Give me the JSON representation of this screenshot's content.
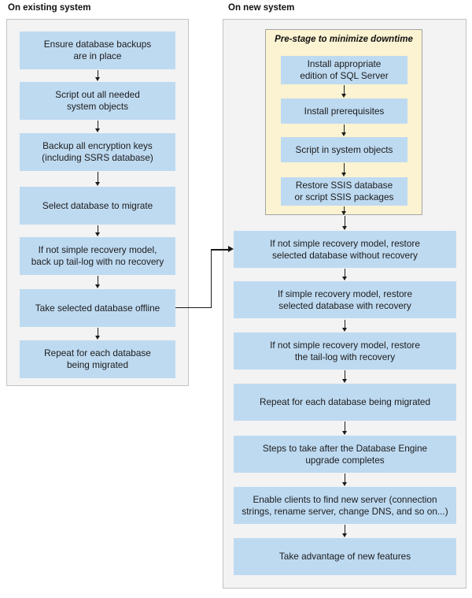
{
  "colors": {
    "node_fill": "#BEDAF1",
    "container_fill": "#F3F3F3",
    "container_border": "#C2C2C2",
    "prestage_fill": "#FBF3D2",
    "prestage_border": "#A3A3A3",
    "text": "#1A1A1A",
    "arrow": "#1A1A1A"
  },
  "left": {
    "title": "On existing system",
    "boxes": [
      {
        "text": "Ensure database backups\nare in place"
      },
      {
        "text": "Script out all needed\nsystem objects"
      },
      {
        "text": "Backup all encryption keys\n(including SSRS database)"
      },
      {
        "text": "Select database to migrate"
      },
      {
        "text": "If not simple recovery model,\nback up tail-log with no recovery"
      },
      {
        "text": "Take selected database offline"
      },
      {
        "text": "Repeat for each database\nbeing migrated"
      }
    ]
  },
  "right": {
    "title": "On new system",
    "prestage": {
      "title": "Pre-stage to minimize downtime",
      "boxes": [
        {
          "text": "Install appropriate\nedition of SQL Server"
        },
        {
          "text": "Install prerequisites"
        },
        {
          "text": "Script in system objects"
        },
        {
          "text": "Restore SSIS database\nor script SSIS packages"
        }
      ]
    },
    "boxes": [
      {
        "text": "If not simple recovery model, restore\nselected database without recovery"
      },
      {
        "text": "If simple recovery model, restore\nselected database with recovery"
      },
      {
        "text": "If not simple recovery model, restore\nthe tail-log with recovery"
      },
      {
        "text": "Repeat for each database being migrated"
      },
      {
        "text": "Steps to take after the Database Engine\nupgrade completes"
      },
      {
        "text": "Enable clients to find new server (connection\nstrings, rename server, change DNS, and so on...)"
      },
      {
        "text": "Take advantage of new features"
      }
    ]
  },
  "connector": {
    "from": "Take selected database offline",
    "to": "If not simple recovery model, restore selected database without recovery"
  }
}
